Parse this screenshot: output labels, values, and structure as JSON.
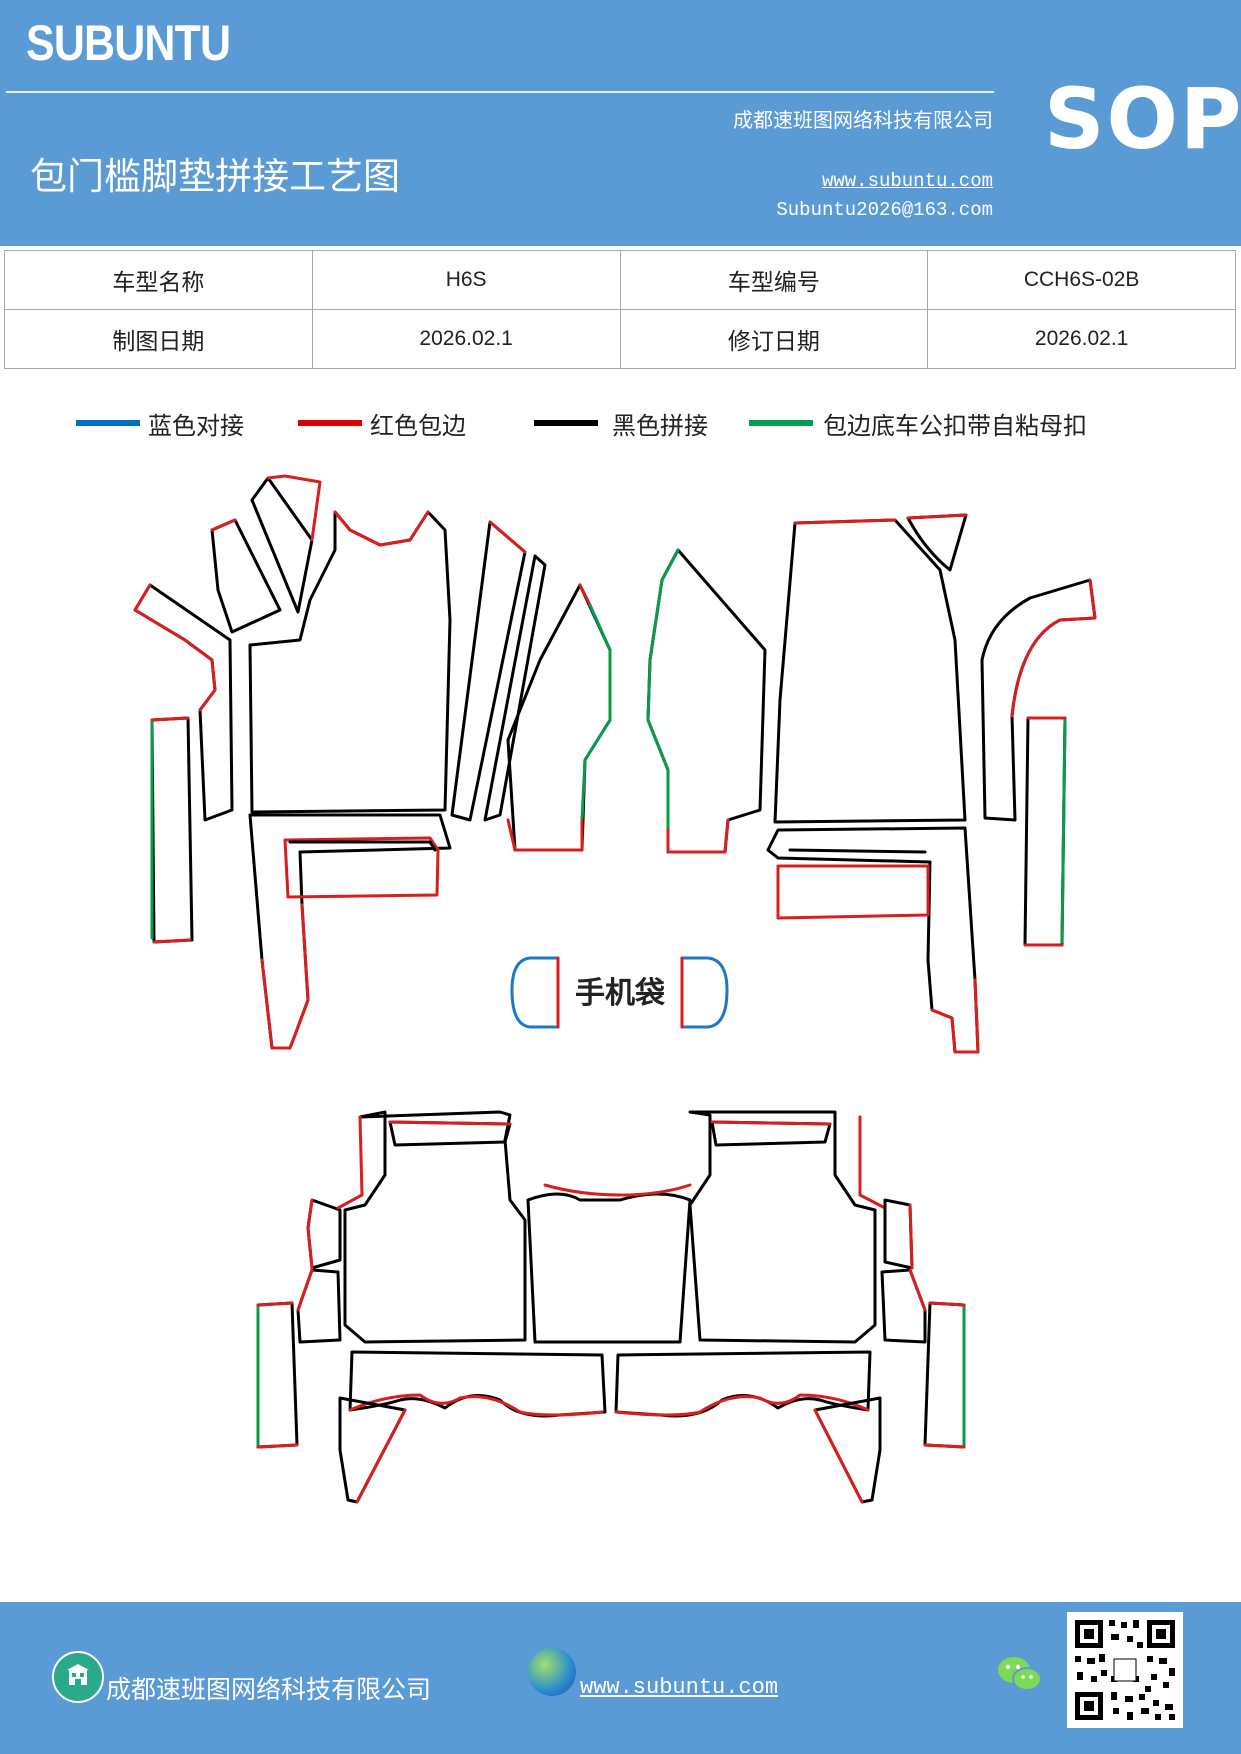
{
  "header": {
    "brand": "SUBUNTU",
    "company": "成都速班图网络科技有限公司",
    "title": "包门槛脚垫拼接工艺图",
    "website": "www.subuntu.com",
    "email": "Subuntu2026@163.com",
    "badge": "SOP",
    "background_color": "#5b9bd5"
  },
  "info_table": {
    "rows": [
      [
        "车型名称",
        "H6S",
        "车型编号",
        "CCH6S-02B"
      ],
      [
        "制图日期",
        "2026.02.1",
        "修订日期",
        "2026.02.1"
      ]
    ]
  },
  "legend": [
    {
      "label": "蓝色对接",
      "color": "#0070c0"
    },
    {
      "label": "红色包边",
      "color": "#e00000"
    },
    {
      "label": "黑色拼接",
      "color": "#000000"
    },
    {
      "label": "包边底车公扣带自粘母扣",
      "color": "#00a050"
    }
  ],
  "diagram": {
    "phone_bag_label": "手机袋"
  },
  "footer": {
    "company": "成都速班图网络科技有限公司",
    "website": "www.subuntu.com",
    "icons": [
      "building-icon",
      "globe-icon",
      "wechat-icon",
      "qr-code"
    ]
  }
}
